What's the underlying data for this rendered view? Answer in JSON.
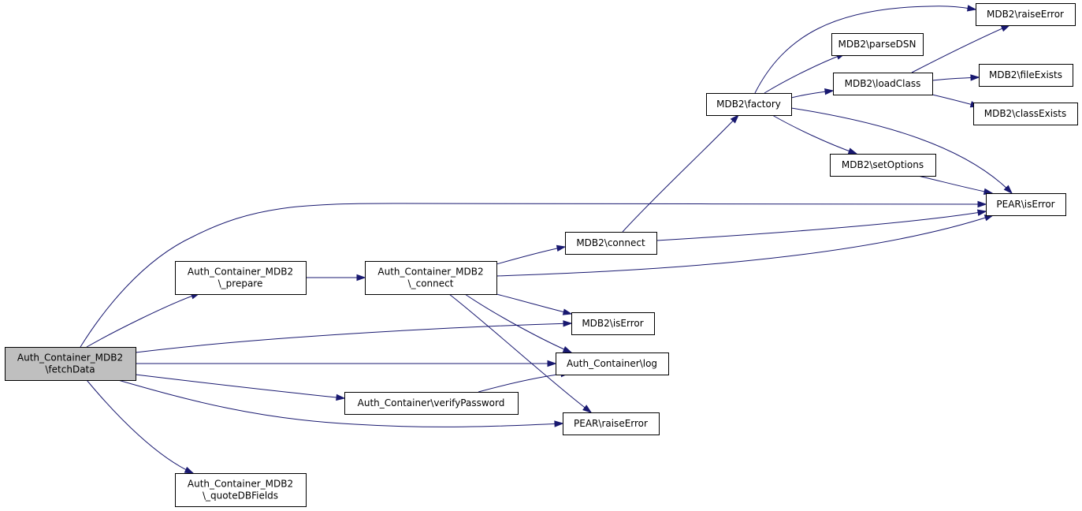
{
  "nodes": {
    "fetchData": [
      "Auth_Container_MDB2",
      "\\fetchData"
    ],
    "prepare": [
      "Auth_Container_MDB2",
      "\\_prepare"
    ],
    "quoteDBFields": [
      "Auth_Container_MDB2",
      "\\_quoteDBFields"
    ],
    "connect_ac": [
      "Auth_Container_MDB2",
      "\\_connect"
    ],
    "mdb2_connect": [
      "MDB2\\connect"
    ],
    "mdb2_factory": [
      "MDB2\\factory"
    ],
    "mdb2_raiseError": [
      "MDB2\\raiseError"
    ],
    "mdb2_parseDSN": [
      "MDB2\\parseDSN"
    ],
    "mdb2_loadClass": [
      "MDB2\\loadClass"
    ],
    "mdb2_fileExists": [
      "MDB2\\fileExists"
    ],
    "mdb2_classExists": [
      "MDB2\\classExists"
    ],
    "mdb2_setOptions": [
      "MDB2\\setOptions"
    ],
    "pear_isError": [
      "PEAR\\isError"
    ],
    "mdb2_isError": [
      "MDB2\\isError"
    ],
    "ac_log": [
      "Auth_Container\\log"
    ],
    "ac_verifyPassword": [
      "Auth_Container\\verifyPassword"
    ],
    "pear_raiseError": [
      "PEAR\\raiseError"
    ]
  },
  "edges": [
    [
      "fetchData",
      "prepare"
    ],
    [
      "fetchData",
      "pear_isError"
    ],
    [
      "fetchData",
      "mdb2_isError"
    ],
    [
      "fetchData",
      "ac_log"
    ],
    [
      "fetchData",
      "ac_verifyPassword"
    ],
    [
      "fetchData",
      "pear_raiseError"
    ],
    [
      "fetchData",
      "quoteDBFields"
    ],
    [
      "prepare",
      "connect_ac"
    ],
    [
      "connect_ac",
      "mdb2_connect"
    ],
    [
      "connect_ac",
      "pear_isError"
    ],
    [
      "connect_ac",
      "mdb2_isError"
    ],
    [
      "connect_ac",
      "ac_log"
    ],
    [
      "connect_ac",
      "pear_raiseError"
    ],
    [
      "mdb2_connect",
      "mdb2_factory"
    ],
    [
      "mdb2_connect",
      "pear_isError"
    ],
    [
      "mdb2_factory",
      "mdb2_raiseError"
    ],
    [
      "mdb2_factory",
      "mdb2_parseDSN"
    ],
    [
      "mdb2_factory",
      "mdb2_loadClass"
    ],
    [
      "mdb2_factory",
      "mdb2_setOptions"
    ],
    [
      "mdb2_factory",
      "pear_isError"
    ],
    [
      "mdb2_loadClass",
      "mdb2_raiseError"
    ],
    [
      "mdb2_loadClass",
      "mdb2_fileExists"
    ],
    [
      "mdb2_loadClass",
      "mdb2_classExists"
    ],
    [
      "mdb2_setOptions",
      "pear_isError"
    ],
    [
      "ac_verifyPassword",
      "ac_log"
    ]
  ],
  "focus_node": "fetchData",
  "colors": {
    "edge": "#191970",
    "node_fill": "#ffffff",
    "focus_fill": "#bfbfbf",
    "border": "#000000"
  }
}
